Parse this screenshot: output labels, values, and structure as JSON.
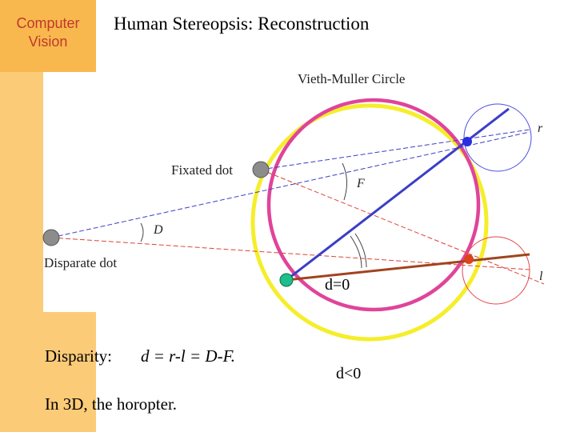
{
  "sidebar": {
    "logo_line1": "Computer",
    "logo_line2": "Vision"
  },
  "slide": {
    "title": "Human Stereopsis: Reconstruction"
  },
  "figure": {
    "vm_circle_label": "Vieth-Muller Circle",
    "fixated_label": "Fixated dot",
    "disparate_label": "Disparate dot",
    "angle_F": "F",
    "angle_D": "D",
    "right_eye": "r",
    "left_eye": "l",
    "d_zero": "d=0",
    "d_negative": "d<0"
  },
  "text": {
    "disparity_label": "Disparity:",
    "disparity_formula": "d =  r-l =  D-F.",
    "horopter": "In 3D, the horopter."
  },
  "colors": {
    "sidebar": "#fbcb78",
    "sidebar_top": "#f8b84e",
    "logo_text": "#c0392b",
    "yellow_circle": "#f5ee2a",
    "pink_circle": "#e0449a",
    "blue": "#3b3fc6",
    "red": "#d9443a",
    "brown_line": "#a0441e",
    "green_dot": "#1dbf8a"
  }
}
